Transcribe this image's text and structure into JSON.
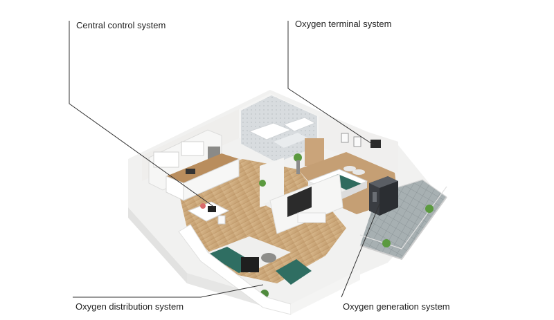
{
  "labels": {
    "central_control": "Central control system",
    "oxygen_terminal": "Oxygen terminal system",
    "oxygen_distribution": "Oxygen distribution system",
    "oxygen_generation": "Oxygen generation system"
  },
  "colors": {
    "floor_wood": "#c9a77c",
    "wall": "#ececea",
    "sofa_teal": "#2f6e62",
    "bed_teal": "#2f6b5e",
    "oxygen_generator": "#3a3d42",
    "balcony_tile": "#9aa3a6",
    "leader_line": "#333333"
  }
}
